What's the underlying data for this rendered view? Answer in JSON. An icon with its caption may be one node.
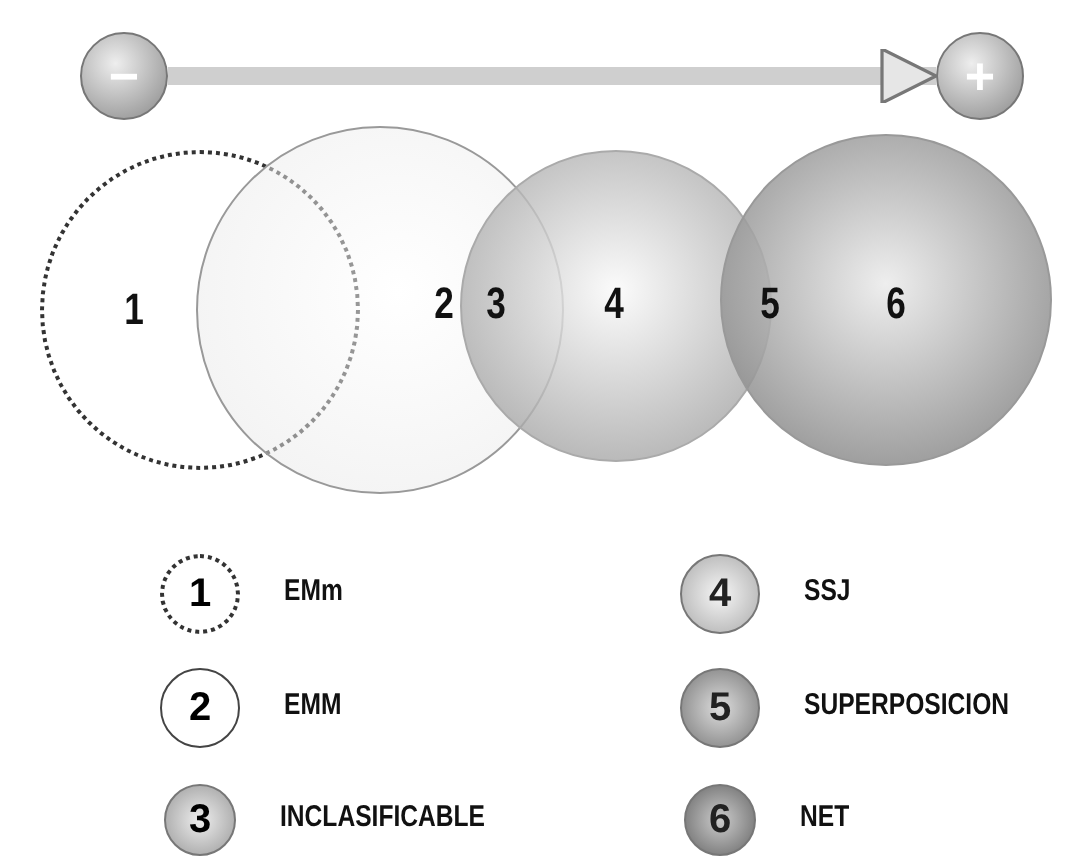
{
  "diagram": {
    "nodes": [
      {
        "text": [
          "−"
        ]
      },
      {
        "text": [
          "+"
        ]
      },
      {
        "text": [],
        "shape": "circle"
      },
      {
        "text": [],
        "shape": "circle"
      },
      {
        "text": [],
        "shape": "circle"
      },
      {
        "text": [],
        "shape": "circle"
      },
      {
        "text": [
          "1"
        ],
        "beside": [
          "EMm"
        ]
      },
      {
        "text": [
          "4"
        ],
        "beside": [
          "SSJ"
        ]
      },
      {
        "text": [
          "2"
        ],
        "beside": [
          "EMM"
        ]
      },
      {
        "text": [
          "5"
        ],
        "beside": [
          "SUPERPOSICION"
        ]
      },
      {
        "text": [
          "3"
        ],
        "beside": [
          "INCLASIFICABLE"
        ]
      },
      {
        "text": [
          "6"
        ],
        "beside": [
          "NET"
        ]
      }
    ],
    "edges": [
      {
        "from": 0,
        "to": 1,
        "arrow": "to"
      }
    ],
    "labels": [
      "1",
      "2",
      "3",
      "4",
      "5",
      "6"
    ]
  }
}
